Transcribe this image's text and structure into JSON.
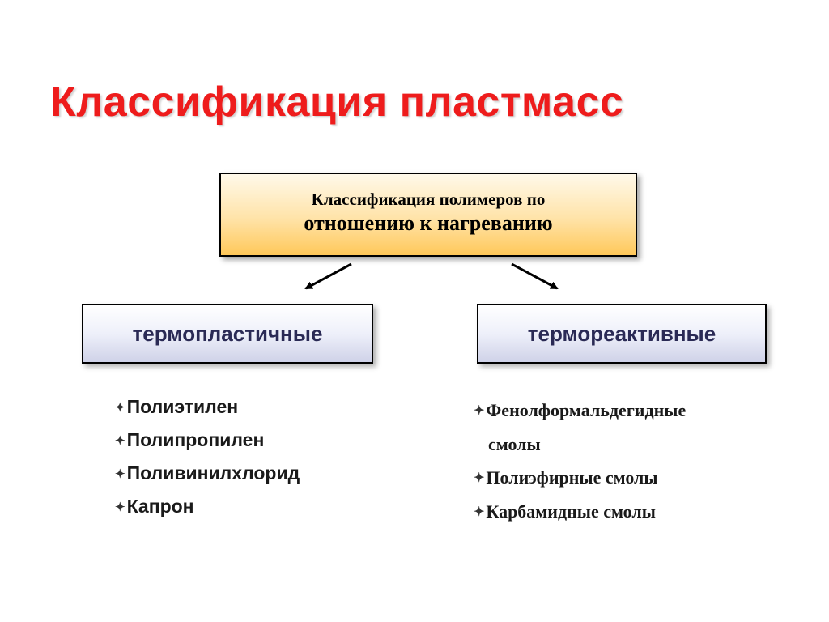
{
  "title": "Классификация пластмасс",
  "root": {
    "line1": "Классификация полимеров по",
    "line2": "отношению к нагреванию"
  },
  "categories": [
    {
      "label": "термопластичные",
      "items": [
        "Полиэтилен",
        "Полипропилен",
        "Поливинилхлорид",
        "Капрон"
      ]
    },
    {
      "label": "термореактивные",
      "items": [
        "Фенолформальдегидные",
        "смолы",
        "Полиэфирные смолы",
        "Карбамидные смолы"
      ]
    }
  ],
  "colors": {
    "title": "#ee1c1c",
    "root_fill": "#ffc85a",
    "category_fill": "#cfd2e8",
    "category_text": "#2a2a55"
  },
  "icons": {
    "bullet": "four-point-star-icon",
    "arrow": "arrow-icon"
  }
}
